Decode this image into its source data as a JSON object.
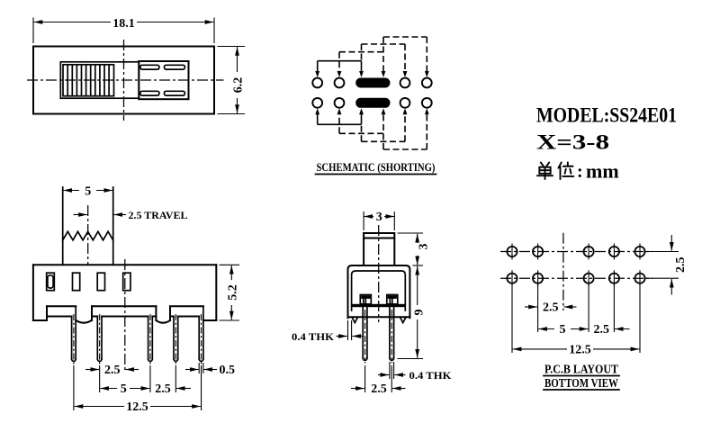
{
  "colors": {
    "ink": "#000000",
    "paper": "#ffffff"
  },
  "title_block": {
    "model": "MODEL:SS24E01",
    "variant": "X=3-8",
    "unit_label": "单位: mm",
    "unit_colon": ":",
    "unit_value": "mm"
  },
  "top_view": {
    "dim_width": "18.1",
    "dim_height": "6.2"
  },
  "schematic": {
    "caption": "SCHEMATIC (SHORTING)"
  },
  "front_view": {
    "dim_knob_width": "5",
    "dim_travel": "2.5 TRAVEL",
    "dim_body_height": "5.2",
    "dim_pin2_center": "2.5",
    "dim_pin_width": "0.5",
    "dim_pin2_pin3": "5",
    "dim_pin3_pin4": "2.5",
    "dim_total_span": "12.5"
  },
  "side_view": {
    "dim_knob_width": "3",
    "dim_knob_height": "3",
    "dim_overall_height": "9",
    "dim_frame_thickness": "0.4 THK",
    "dim_pin_thickness": "0.4 THK",
    "dim_pin_pitch": "2.5"
  },
  "pcb_layout": {
    "caption_line1": "P.C.B LAYOUT",
    "caption_line2": "BOTTOM VIEW",
    "dim_row_pitch": "2.5",
    "dim_hole2_center": "2.5",
    "dim_hole2_hole3": "5",
    "dim_hole3_hole4": "2.5",
    "dim_total_span": "12.5"
  }
}
